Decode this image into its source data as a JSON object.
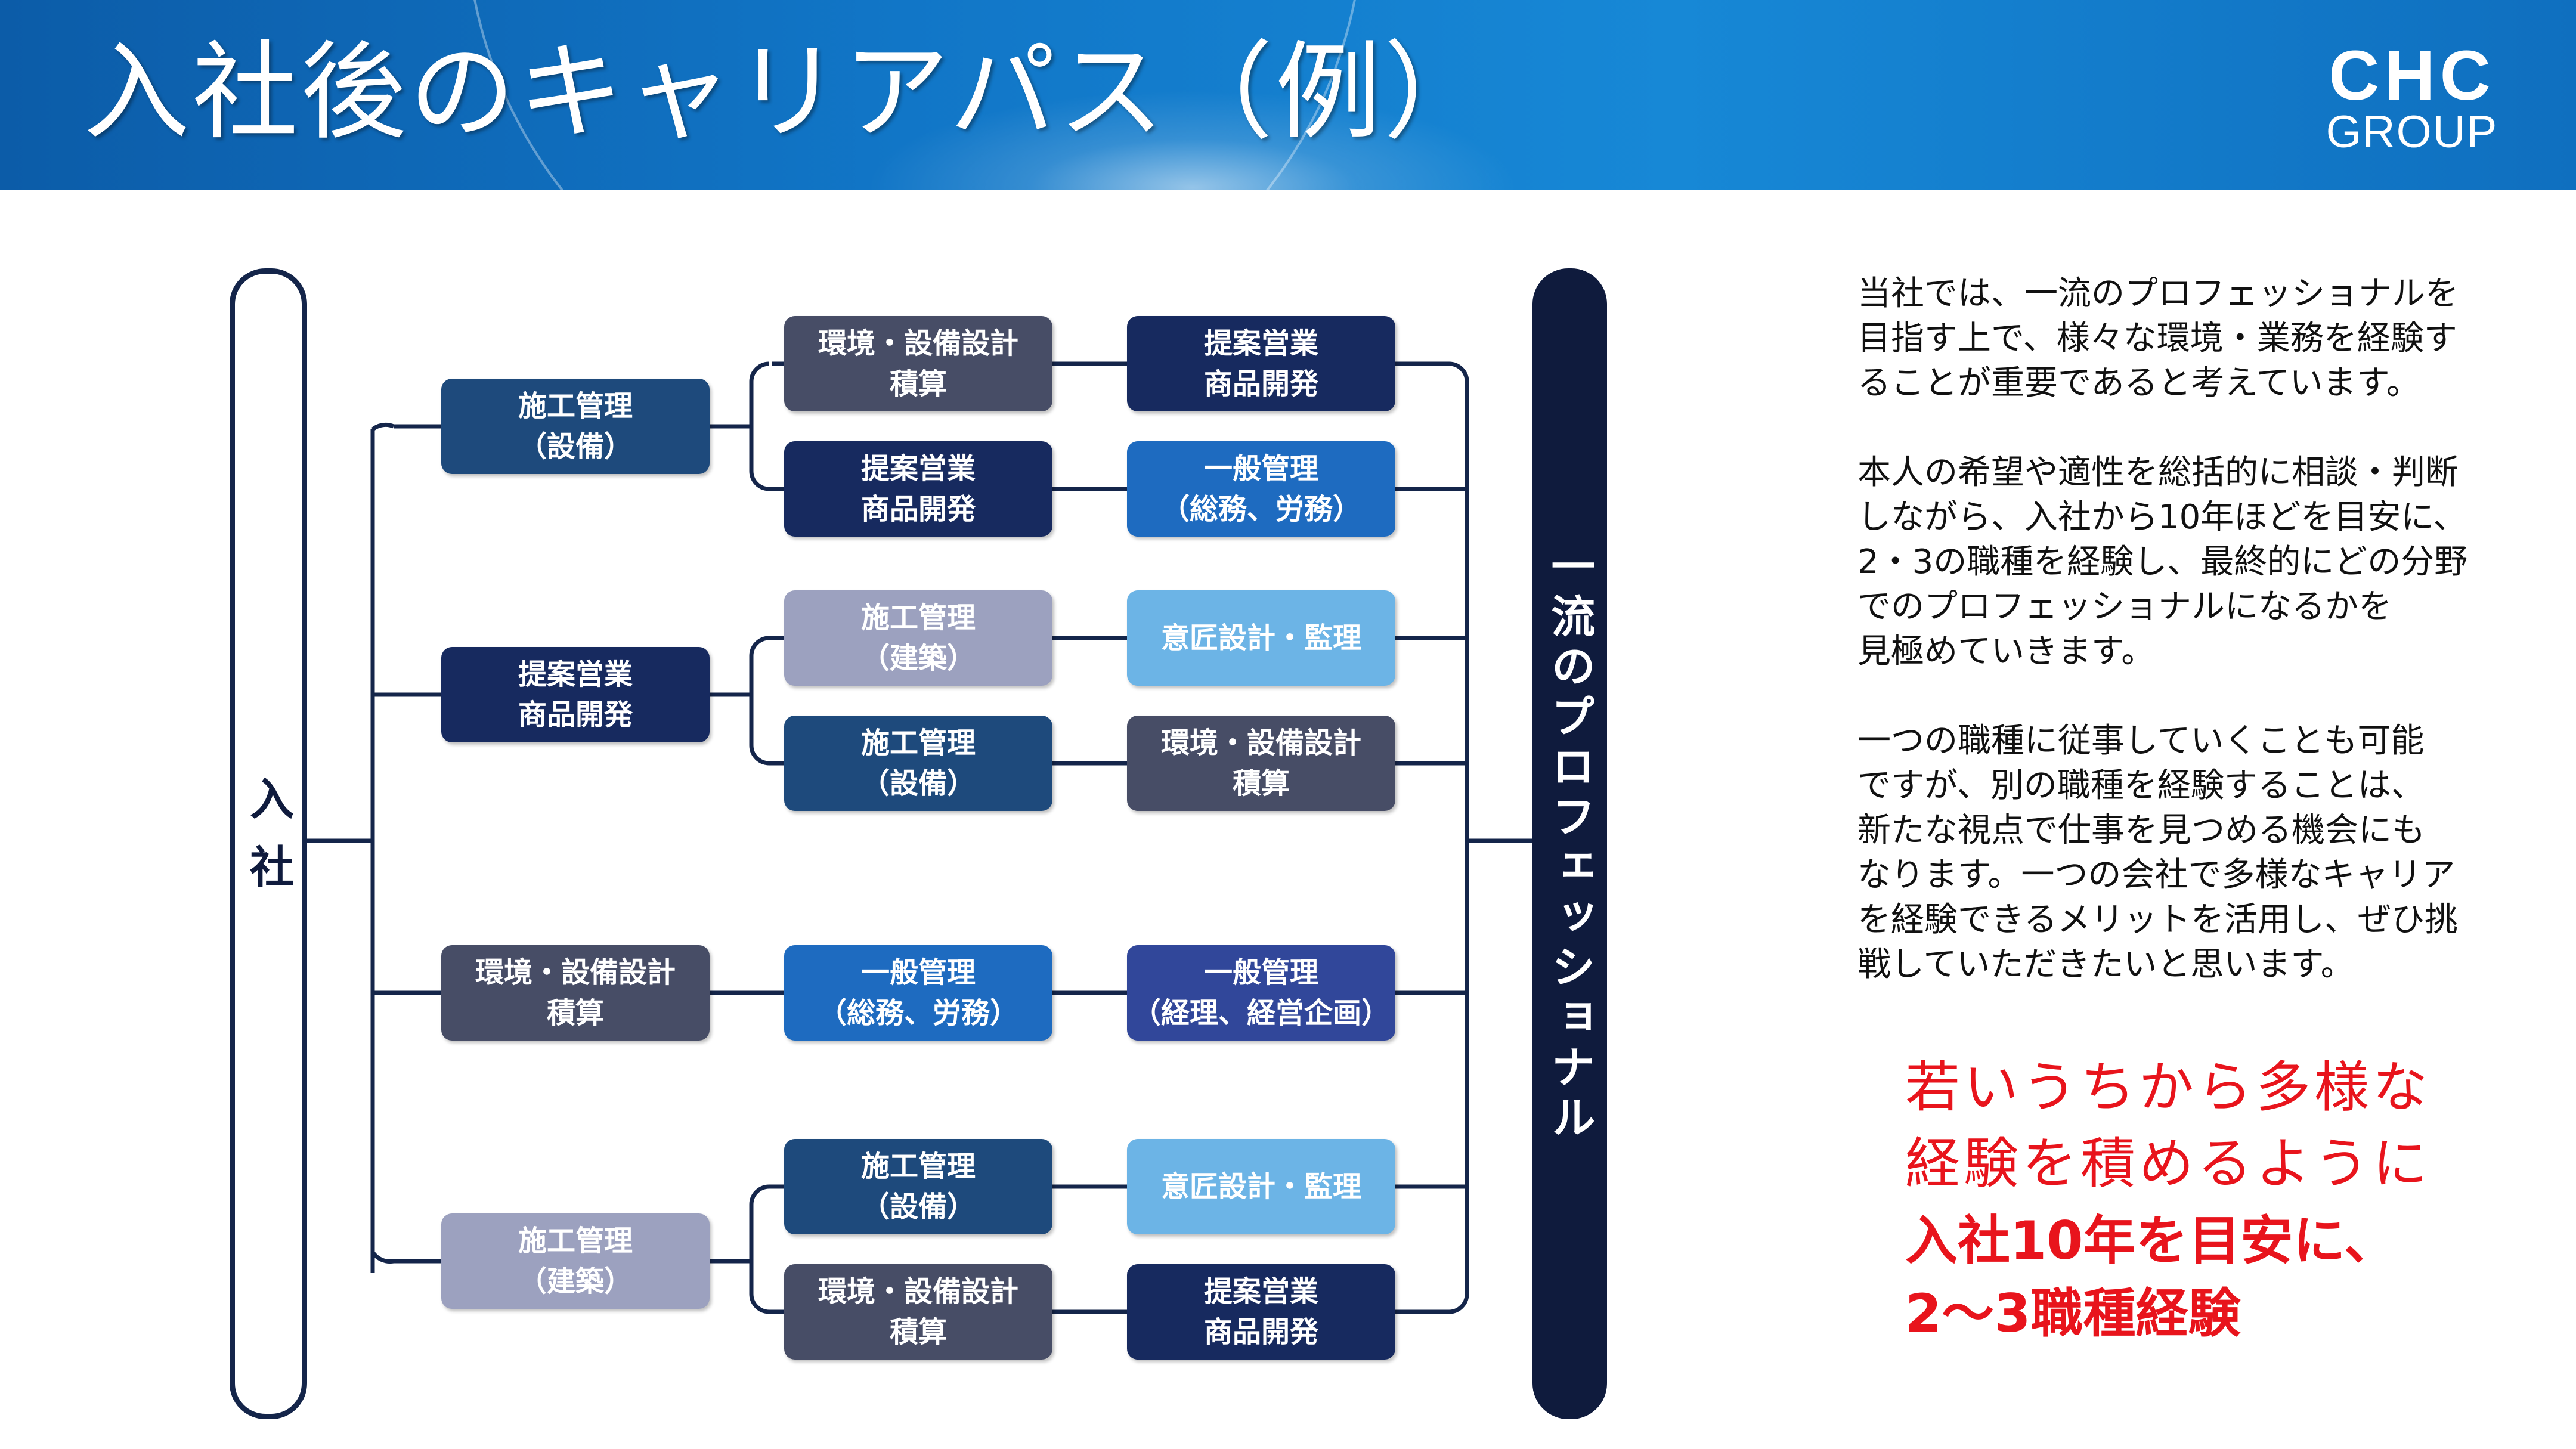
{
  "header": {
    "title": "入社後のキャリアパス（例）",
    "logo_main": "CHC",
    "logo_sub": "GROUP"
  },
  "diagram": {
    "start_label": "入社",
    "end_label": "一流のプロフェッショナル",
    "col1": [
      "施工管理\n（設備）",
      "提案営業\n商品開発",
      "環境・設備設計\n積算",
      "施工管理\n（建築）"
    ],
    "col2": [
      "環境・設備設計\n積算",
      "提案営業\n商品開発",
      "施工管理\n（建築）",
      "施工管理\n（設備）",
      "一般管理\n（総務、労務）",
      "施工管理\n（設備）",
      "環境・設備設計\n積算"
    ],
    "col3": [
      "提案営業\n商品開発",
      "一般管理\n（総務、労務）",
      "意匠設計・監理",
      "環境・設備設計\n積算",
      "一般管理\n（経理、経営企画）",
      "意匠設計・監理",
      "提案営業\n商品開発"
    ]
  },
  "colors": {
    "header_blue": "#1176c7",
    "navy": "#172a5f",
    "steel": "#1e4a7c",
    "slate": "#474d66",
    "blue": "#1e6bc0",
    "lavender": "#9ca1bf",
    "sky": "#6cb4e6",
    "indigo": "#31479a",
    "highlight_red": "#e8141c"
  },
  "description": {
    "p1": "当社では、一流のプロフェッショナルを\n目指す上で、様々な環境・業務を経験す\nることが重要であると考えています。",
    "p2": "本人の希望や適性を総括的に相談・判断\nしながら、入社から10年ほどを目安に、\n2・3の職種を経験し、最終的にどの分野\nでのプロフェッショナルになるかを\n見極めていきます。",
    "p3": "一つの職種に従事していくことも可能\nですが、別の職種を経験することは、\n新たな視点で仕事を見つめる機会にも\nなります。一つの会社で多様なキャリア\nを経験できるメリットを活用し、ぜひ挑\n戦していただきたいと思います。"
  },
  "highlight": {
    "line_normal": "若いうちから多様な\n経験を積めるように",
    "line_bold": "入社10年を目安に、\n2〜3職種経験"
  }
}
